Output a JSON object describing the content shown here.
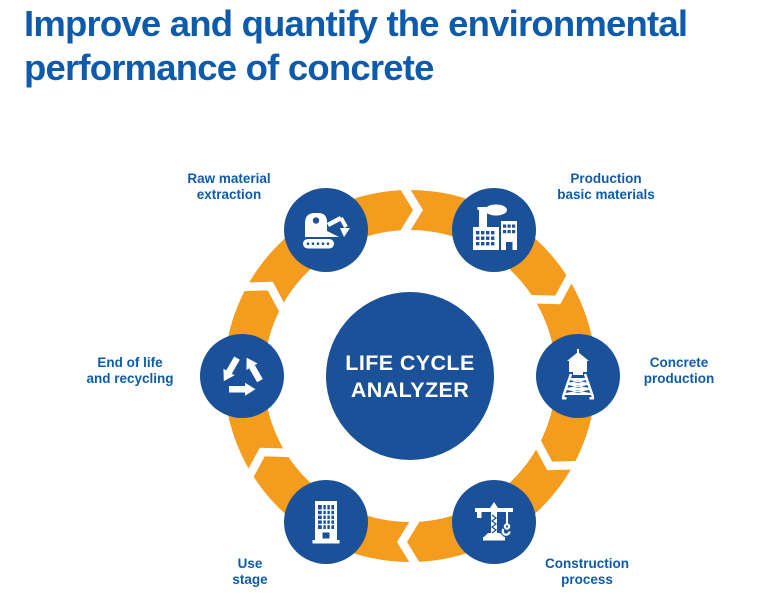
{
  "title": "Improve and quantify the environmental\nperformance of concrete",
  "colors": {
    "title_blue": "#0f5bab",
    "node_blue": "#1b5199",
    "arrow_orange": "#f49c1e",
    "icon_white": "#ffffff"
  },
  "diagram": {
    "type": "circular-cycle",
    "direction": "clockwise",
    "center": {
      "label": "LIFE CYCLE\nANALYZER"
    },
    "stages": [
      {
        "id": "raw-material-extraction",
        "label": "Raw material\nextraction",
        "icon": "excavator-icon",
        "position": "top-left"
      },
      {
        "id": "production-basic-materials",
        "label": "Production\nbasic materials",
        "icon": "factory-icon",
        "position": "top-right"
      },
      {
        "id": "concrete-production",
        "label": "Concrete\nproduction",
        "icon": "water-tower-icon",
        "position": "right"
      },
      {
        "id": "construction-process",
        "label": "Construction\nprocess",
        "icon": "crane-icon",
        "position": "bottom-right"
      },
      {
        "id": "use-stage",
        "label": "Use\nstage",
        "icon": "building-icon",
        "position": "bottom-left"
      },
      {
        "id": "end-of-life-recycling",
        "label": "End of life\nand recycling",
        "icon": "recycling-icon",
        "position": "left"
      }
    ]
  }
}
